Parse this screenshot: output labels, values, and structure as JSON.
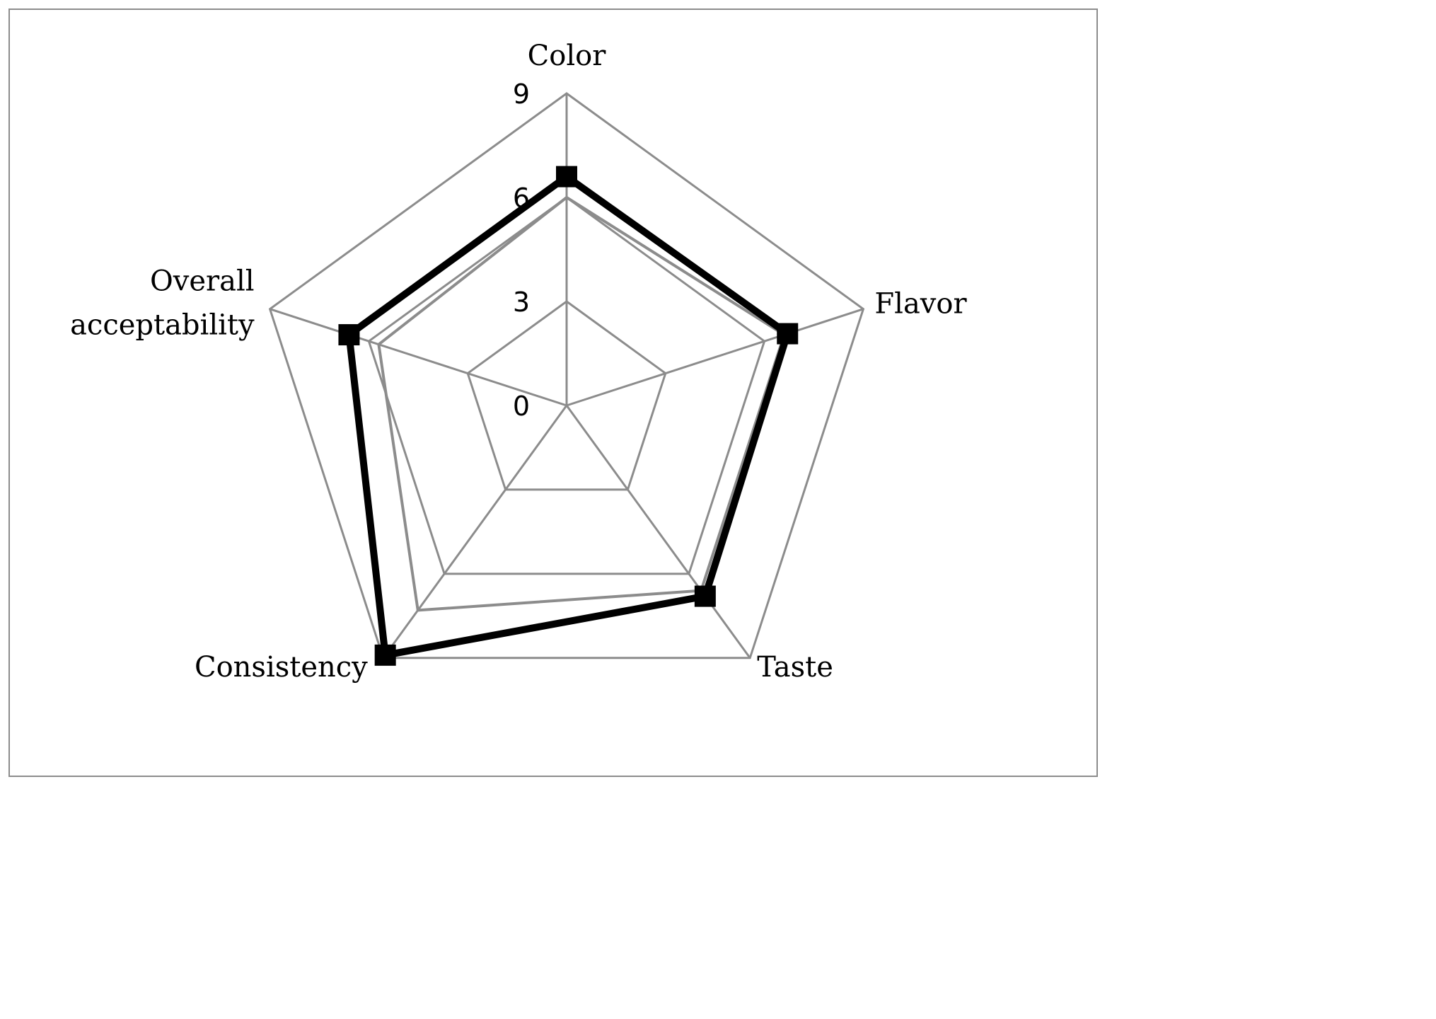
{
  "chart_data": {
    "type": "radar",
    "categories": [
      "Color",
      "Flavor",
      "Taste",
      "Consistency",
      "Overall acceptability"
    ],
    "category_lines": [
      [
        "Color"
      ],
      [
        "Flavor"
      ],
      [
        "Taste"
      ],
      [
        "Consistency"
      ],
      [
        "Overall",
        "acceptability"
      ]
    ],
    "r_ticks": [
      "0",
      "3",
      "6",
      "9"
    ],
    "rlim": [
      0,
      9
    ],
    "grid": true,
    "legend": "none",
    "series": [
      {
        "values": [
          6.6,
          6.7,
          6.8,
          8.9,
          6.6
        ],
        "color": "#000000",
        "marker": "square"
      },
      {
        "values": [
          6.0,
          6.6,
          6.6,
          7.3,
          5.7
        ],
        "color": "#8c8c8c",
        "marker": "none"
      }
    ],
    "colors": {
      "grid": "#8c8c8c",
      "frame": "#8c8c8c"
    }
  }
}
